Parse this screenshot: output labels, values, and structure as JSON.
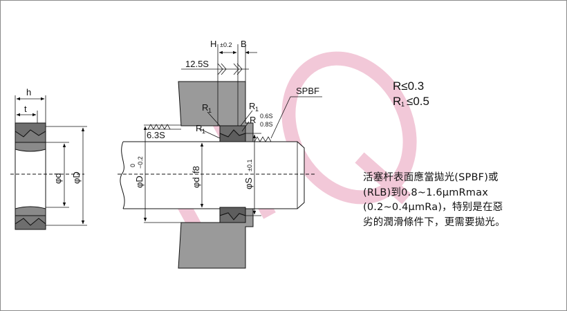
{
  "diagram": {
    "left_profile": {
      "h": "h",
      "t": "t",
      "phi_d": "φd",
      "phi_D": "φD"
    },
    "groove": {
      "H": "H",
      "H_tol": "±0.2",
      "B": "B",
      "roughness_125": "12.5S",
      "R1_upper": "R",
      "R1_upper_sub": "1",
      "R1_mid": "R",
      "R1_mid_sub": "1",
      "R1_lower": "R",
      "R1_lower_sub": "1",
      "R_label": "R",
      "rough_06": "0.6S",
      "rough_08": "0.8S",
      "rough_63": "6.3S",
      "spbf": "SPBF",
      "phi_D_rod": "φD",
      "phi_D_rod_tol_upper": "0",
      "phi_D_rod_tol_lower": "−0.2",
      "phi_d_f8": "φd",
      "f8": "f8",
      "phi_S": "φS",
      "phi_S_tol": "±0.1"
    },
    "radius_spec": {
      "r_line": "R≤0.3",
      "r1_line_prefix": "R",
      "r1_line_sub": "1",
      "r1_line_value": "≤0.5"
    },
    "watermark": "HQ"
  },
  "note": {
    "lines": [
      "活塞杆表面應當拋光(SPBF)或",
      "(RLB)到0.8~1.6μmRmax",
      "(0.2~0.4μmRa)，特别是在惡",
      "劣的潤滑條件下，更需要拋光。"
    ]
  },
  "colors": {
    "housing_gray": "#9a9a9a",
    "seal_gray": "#6e6e6e",
    "watermark_pink": "#f2c6d6",
    "line": "#111111"
  }
}
